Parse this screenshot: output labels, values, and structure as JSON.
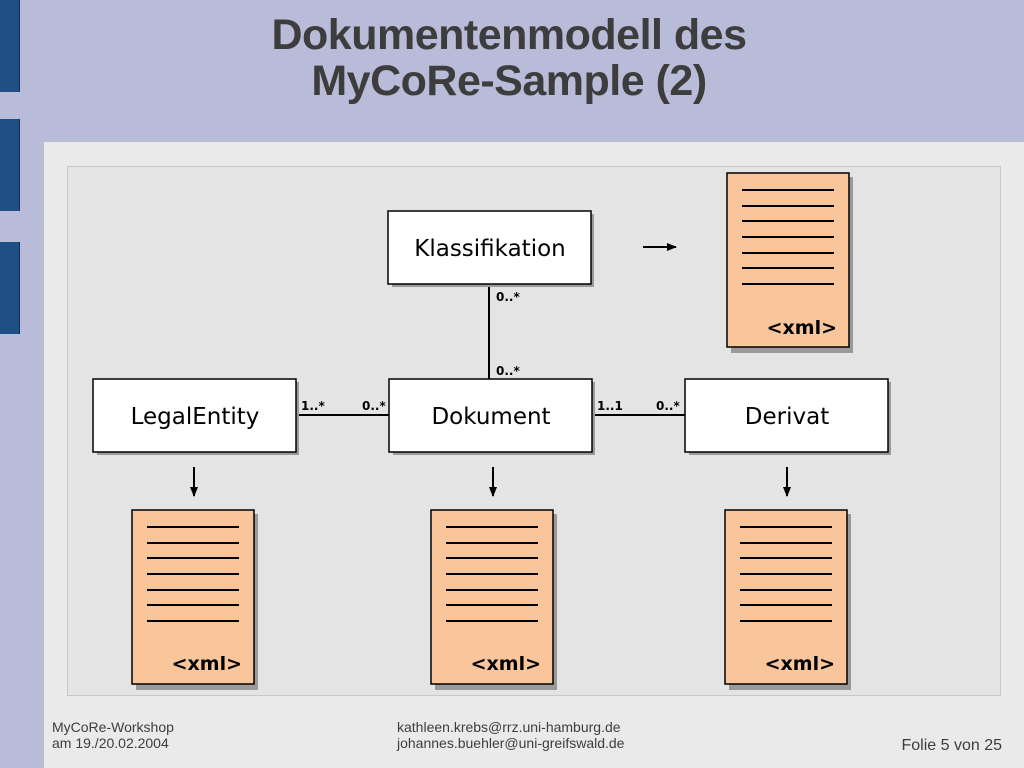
{
  "slide": {
    "title_line1": "Dokumentenmodell des",
    "title_line2": "MyCoRe-Sample (2)"
  },
  "diagram": {
    "boxes": {
      "klassifikation": "Klassifikation",
      "legalentity": "LegalEntity",
      "dokument": "Dokument",
      "derivat": "Derivat"
    },
    "multiplicities": {
      "klass_top": "0..*",
      "klass_bottom": "0..*",
      "legal_dok_left": "1..*",
      "legal_dok_right": "0..*",
      "dok_derivat_left": "1..1",
      "dok_derivat_right": "0..*"
    },
    "xml_label": "<xml>"
  },
  "footer": {
    "workshop_line1": "MyCoRe-Workshop",
    "workshop_line2": "am 19./20.02.2004",
    "email1": "kathleen.krebs@rrz.uni-hamburg.de",
    "email2": "johannes.buehler@uni-greifswald.de",
    "slide_number": "Folie 5 von 25"
  },
  "colors": {
    "background": "#b8bcd8",
    "sidebar": "#1f4f84",
    "document_fill": "#f9c69b",
    "box_fill": "#ffffff"
  }
}
